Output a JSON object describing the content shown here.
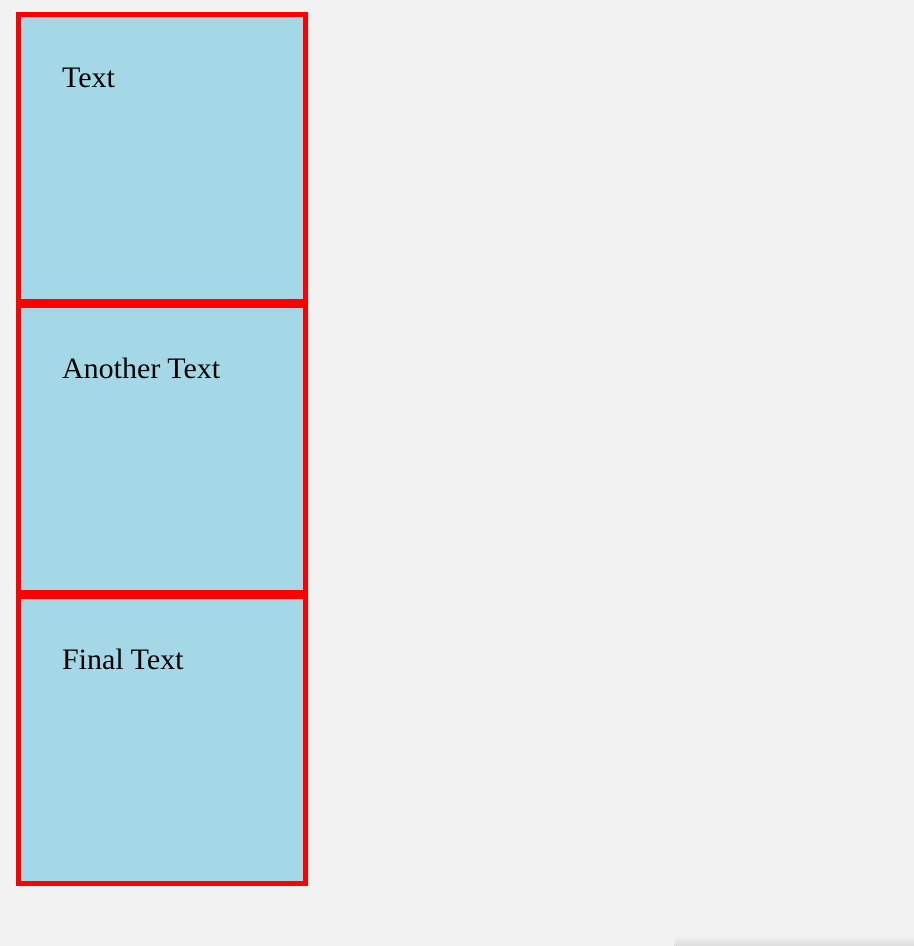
{
  "colors": {
    "page_background": "#f2f2f2",
    "box_background": "#a5d8e7",
    "box_border": "#ff0000",
    "text": "#000000"
  },
  "boxes": [
    {
      "label": "Text"
    },
    {
      "label": "Another Text"
    },
    {
      "label": "Final Text"
    }
  ]
}
